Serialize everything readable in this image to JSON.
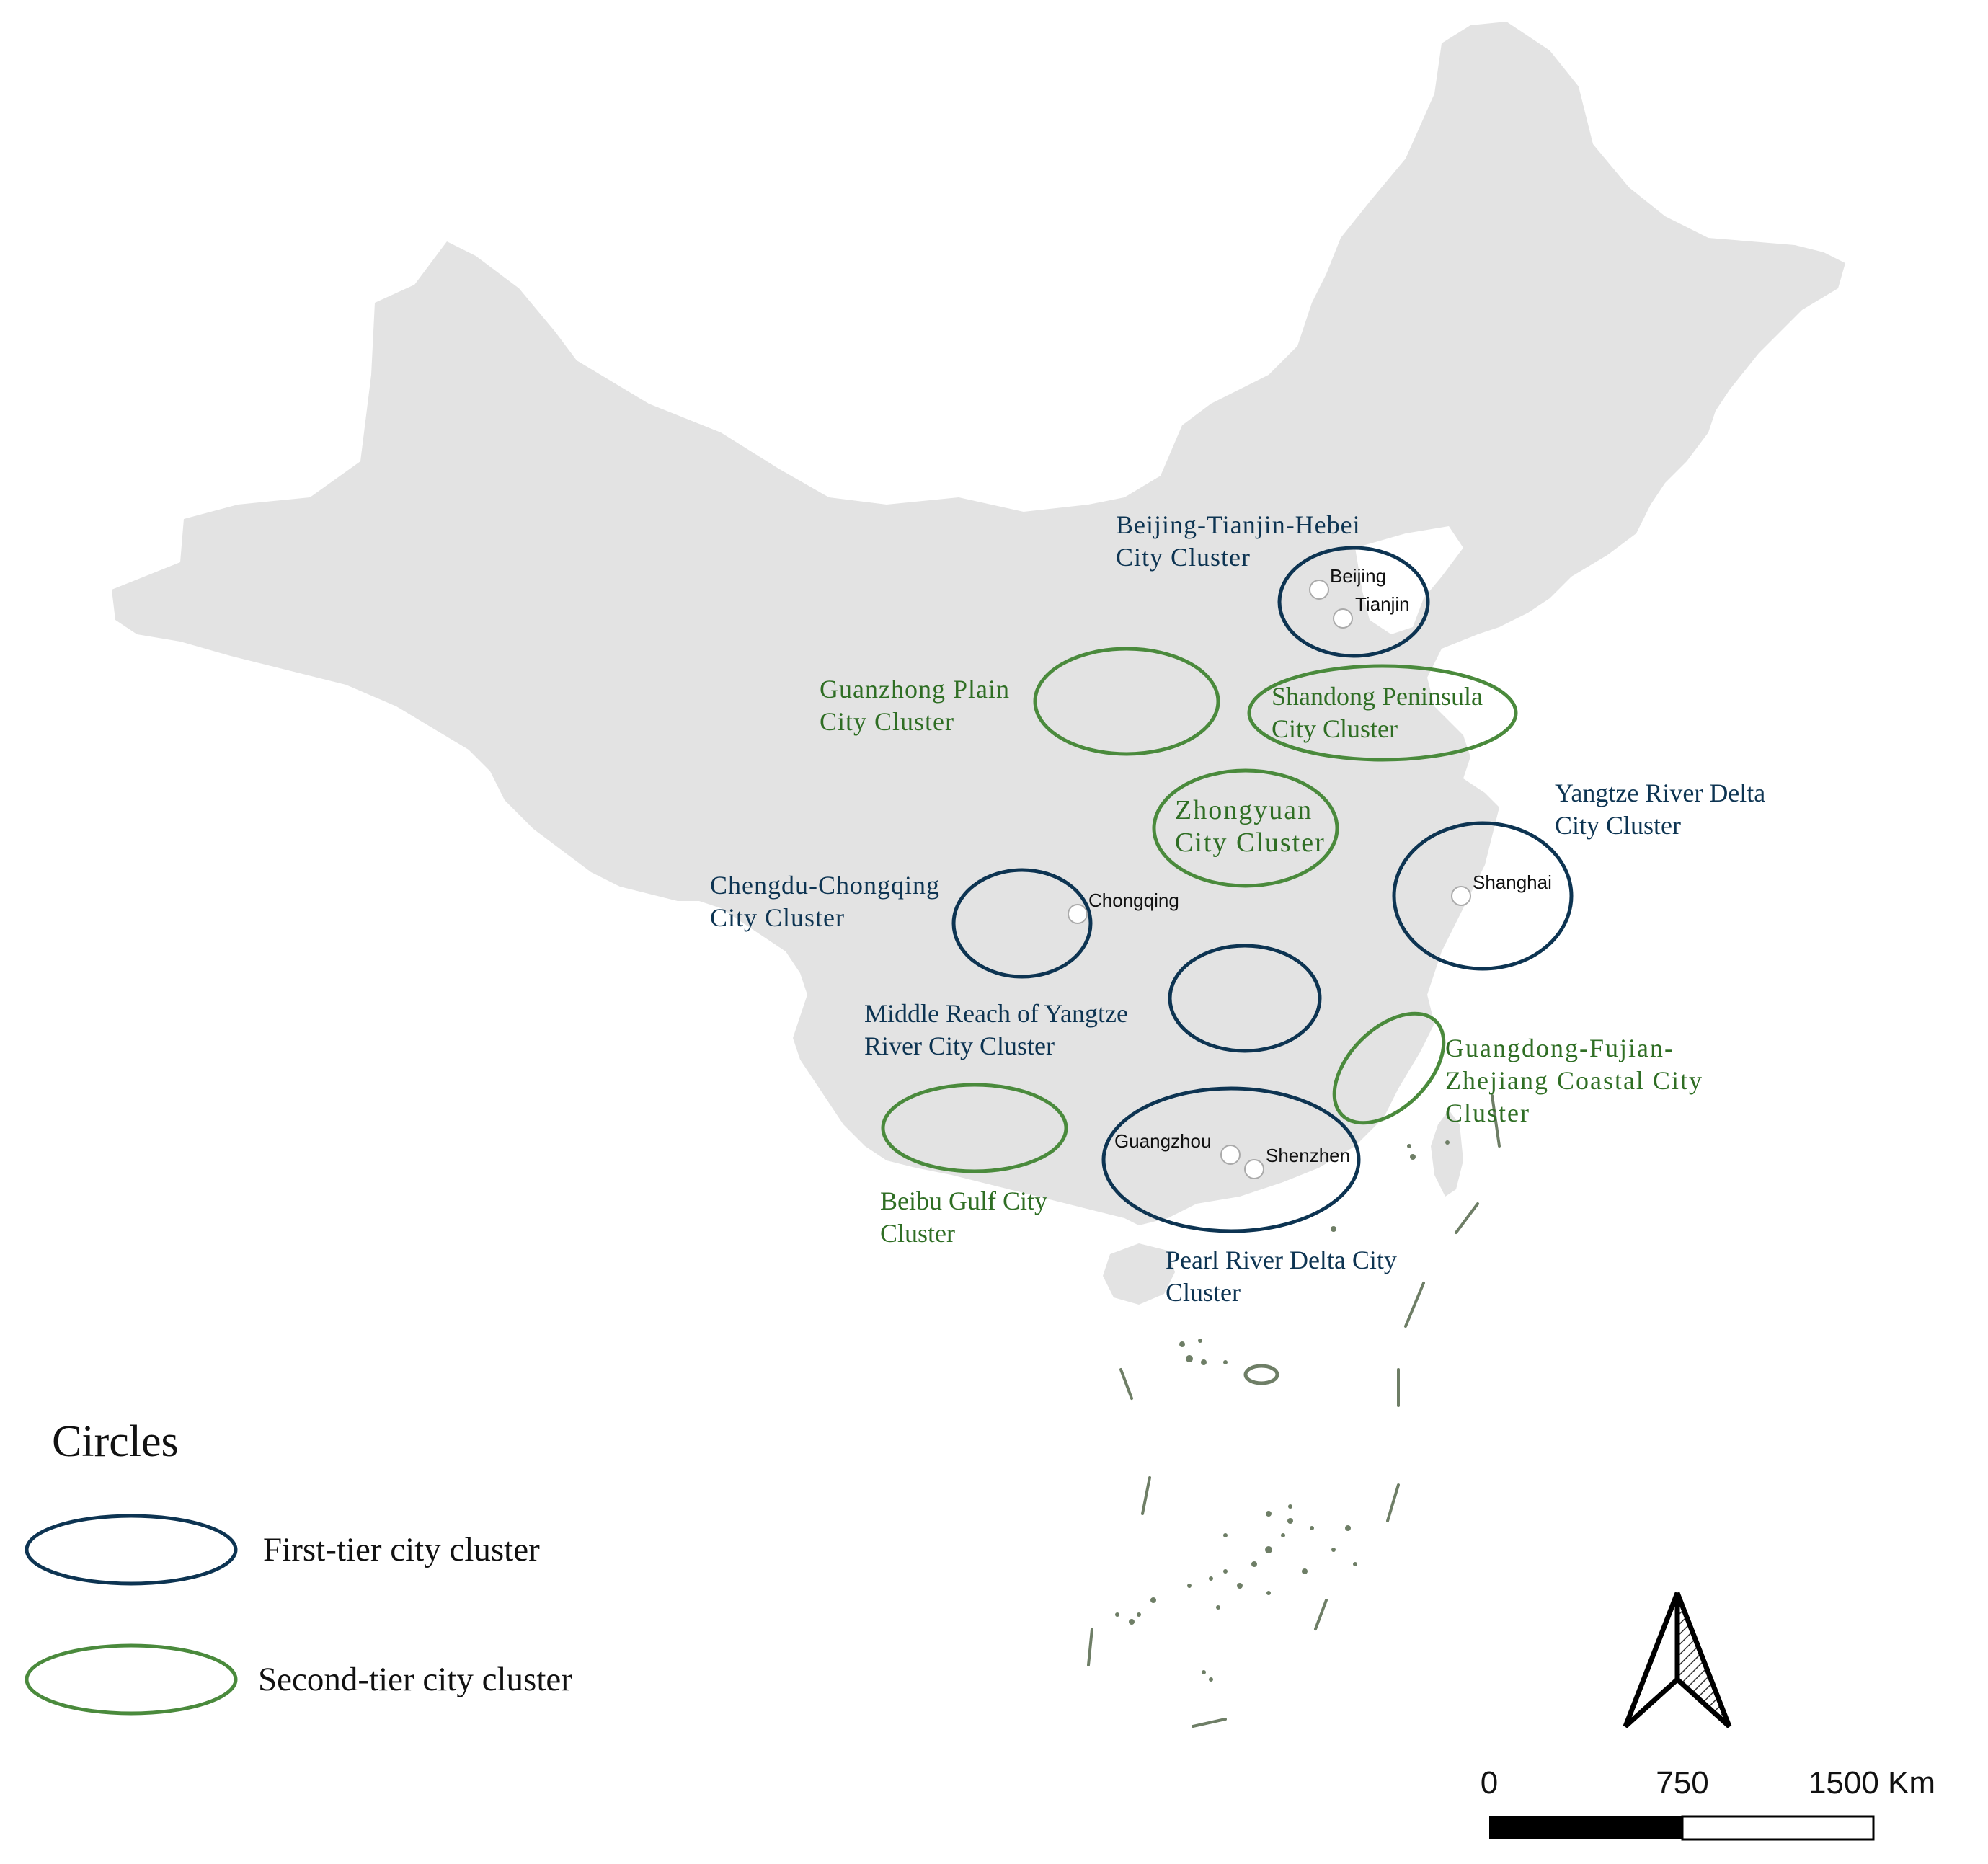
{
  "colors": {
    "land": "#e3e3e3",
    "first_tier": "#0d3452",
    "second_tier": "#4a8a3c",
    "label_first": "#0d3452",
    "label_second": "#2f6e24",
    "island": "#6e7e66",
    "text": "#111111"
  },
  "clusters": [
    {
      "id": "jjj",
      "tier": "first",
      "label_lines": [
        "Beijing-Tianjin-Hebei",
        "City Cluster"
      ]
    },
    {
      "id": "guanzhong",
      "tier": "second",
      "label_lines": [
        "Guanzhong  Plain",
        "City Cluster"
      ]
    },
    {
      "id": "shandong",
      "tier": "second",
      "label_lines": [
        "Shandong    Peninsula",
        "City Cluster"
      ]
    },
    {
      "id": "zhongyuan",
      "tier": "second",
      "label_lines": [
        "Zhongyuan",
        "City Cluster"
      ]
    },
    {
      "id": "yrd",
      "tier": "first",
      "label_lines": [
        "Yangtze River Delta",
        "City Cluster"
      ]
    },
    {
      "id": "chengyu",
      "tier": "first",
      "label_lines": [
        "Chengdu-Chongqing",
        "City Cluster"
      ]
    },
    {
      "id": "middle",
      "tier": "first",
      "label_lines": [
        "Middle  Reach  of  Yangtze",
        "River City Cluster"
      ]
    },
    {
      "id": "gfz",
      "tier": "second",
      "label_lines": [
        "Guangdong-Fujian-",
        "Zhejiang  Coastal  City",
        "Cluster"
      ]
    },
    {
      "id": "beibu",
      "tier": "second",
      "label_lines": [
        "Beibu Gulf City",
        "Cluster"
      ]
    },
    {
      "id": "prd",
      "tier": "first",
      "label_lines": [
        "Pearl River Delta City",
        "Cluster"
      ]
    }
  ],
  "cities": [
    "Beijing",
    "Tianjin",
    "Chongqing",
    "Shanghai",
    "Guangzhou",
    "Shenzhen"
  ],
  "legend": {
    "title": "Circles",
    "items": [
      {
        "tier": "first",
        "label": "First-tier city cluster"
      },
      {
        "tier": "second",
        "label": "Second-tier city cluster"
      }
    ]
  },
  "scale_bar": {
    "labels": [
      "0",
      "750",
      "1500 Km"
    ]
  },
  "north_arrow": {
    "icon": "north-arrow-icon"
  }
}
